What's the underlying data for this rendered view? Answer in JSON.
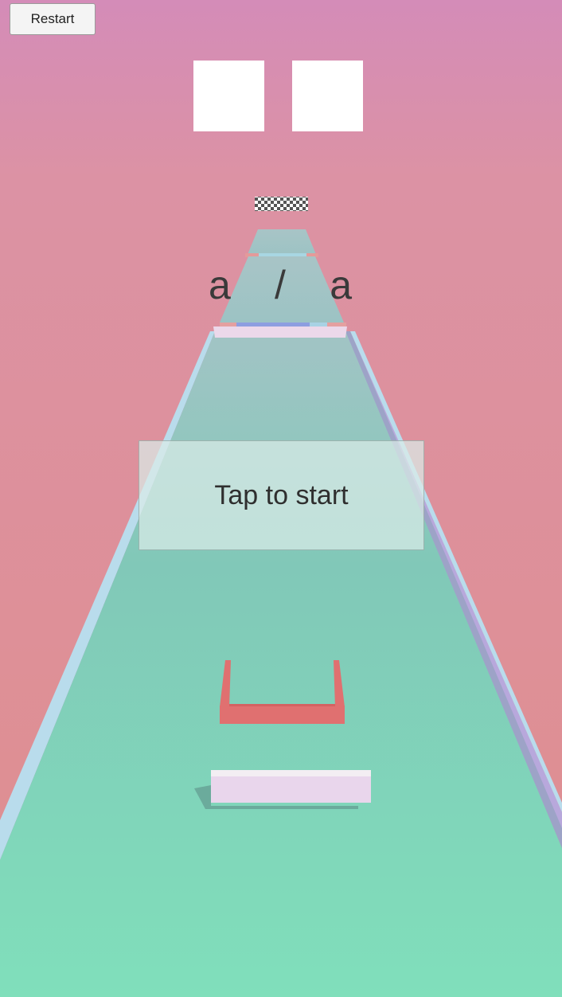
{
  "hud": {
    "restart_label": "Restart",
    "progress": {
      "left": "a",
      "separator": "/",
      "right": "a"
    }
  },
  "overlay": {
    "start_label": "Tap to start"
  },
  "icons": [
    "finish-flag-icon"
  ],
  "colors": {
    "sky_top": "#d48cb8",
    "sky_bottom": "#de9090",
    "track": "#7fcdb7",
    "track_far": "#9fc3c4",
    "side_rail": "#b8a8dc",
    "side_rail_edge": "#b9dcec",
    "obstacle": "#e07070",
    "player": "#e9d6ec"
  }
}
